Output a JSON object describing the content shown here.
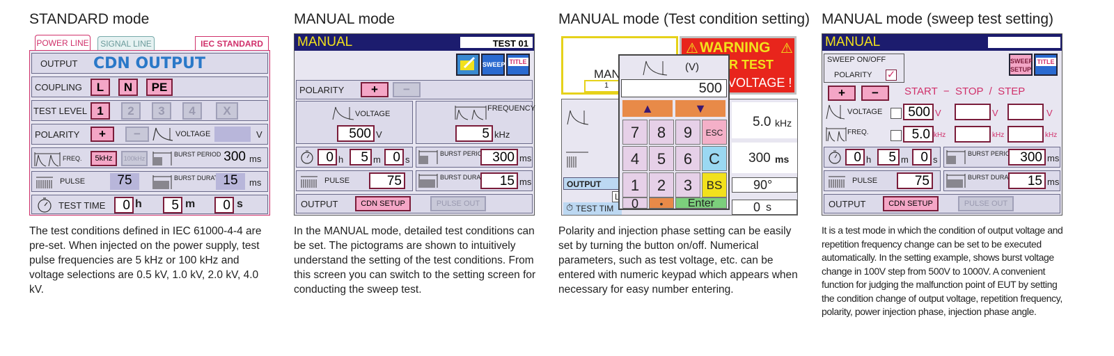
{
  "columns": [
    {
      "heading": "STANDARD mode",
      "description": "The test conditions defined in IEC 61000-4-4 are pre-set. When injected on the power supply, test pulse frequencies are 5 kHz or 100 kHz and voltage selections are 0.5 kV, 1.0 kV, 2.0 kV, 4.0 kV.",
      "screen": {
        "tabs": [
          "POWER LINE",
          "SIGNAL LINE"
        ],
        "standard_badge": "IEC STANDARD",
        "output_label": "OUTPUT",
        "output_value": "CDN OUTPUT",
        "coupling_label": "COUPLING",
        "coupling_options": [
          "L",
          "N",
          "PE"
        ],
        "test_level_label": "TEST LEVEL",
        "test_levels": [
          "1",
          "2",
          "3",
          "4",
          "X"
        ],
        "polarity_label": "POLARITY",
        "polarity_options": [
          "+",
          "−"
        ],
        "voltage_label": "VOLTAGE",
        "voltage_unit": "V",
        "freq_label": "FREQ.",
        "freq_options": [
          "5kHz",
          "100kHz"
        ],
        "burst_period_label": "BURST PERIOD",
        "burst_period_value": "300",
        "ms_unit": "ms",
        "pulse_label": "PULSE",
        "pulse_value": "75",
        "burst_duration_label": "BURST DURATION",
        "burst_duration_value": "15",
        "test_time_label": "TEST TIME",
        "time_h": "0",
        "time_m": "5",
        "time_s": "0",
        "h_unit": "h",
        "m_unit": "m",
        "s_unit": "s"
      }
    },
    {
      "heading": "MANUAL mode",
      "description": "In the MANUAL mode, detailed test conditions can be set. The pictograms are shown to intuitively understand the setting of the test conditions. From this screen you can switch to the setting screen for conducting the sweep test.",
      "screen": {
        "title": "MANUAL",
        "test_id": "TEST 01",
        "sweep_btn": "SWEEP",
        "title_btn": "TITLE",
        "polarity_label": "POLARITY",
        "polarity_options": [
          "+",
          "−"
        ],
        "voltage_label": "VOLTAGE",
        "voltage_value": "500",
        "voltage_unit": "V",
        "frequency_label": "FREQUENCY",
        "frequency_value": "5",
        "frequency_unit": "kHz",
        "time_h": "0",
        "time_m": "5",
        "time_s": "0",
        "h_unit": "h",
        "m_unit": "m",
        "s_unit": "s",
        "burst_period_label": "BURST PERIOD",
        "burst_period_value": "300",
        "ms_unit": "ms",
        "pulse_label": "PULSE",
        "pulse_value": "75",
        "burst_duration_label": "BURST DURATION",
        "burst_duration_value": "15",
        "output_label": "OUTPUT",
        "cdn_setup_btn": "CDN SETUP",
        "pulse_out_btn": "PULSE OUT"
      }
    },
    {
      "heading": "MANUAL mode (Test condition setting)",
      "description": "Polarity and injection phase setting can be easily set by turning the button on/off. Numerical parameters, such as test voltage, etc. can be entered with numeric keypad which appears when necessary for easy number entering.",
      "screen": {
        "warning_text": "WARNING",
        "warning_line2": "R TEST",
        "warning_line3": "VOLTAGE !",
        "behind_title": "MAN",
        "behind_num": "1",
        "freq_value": "5.0",
        "freq_unit": "kHz",
        "period_value": "300",
        "period_unit": "ms",
        "output_label": "OUTPUT",
        "phase_value": "90°",
        "behind_L": "L",
        "test_time_label": "TEST TIM",
        "time_value": "0",
        "time_unit": "s",
        "keypad_unit": "(V)",
        "keypad_display": "500",
        "keys": [
          "7",
          "8",
          "9",
          "ESC",
          "4",
          "5",
          "6",
          "C",
          "1",
          "2",
          "3",
          "BS",
          "0",
          "•",
          "Enter"
        ]
      }
    },
    {
      "heading": "MANUAL mode (sweep test setting)",
      "description": "It is a test mode in which the condition of output voltage and repetition frequency change can be set to be executed automatically. In the setting example, shows burst voltage change in 100V step from 500V to 1000V. A convenient function for judging the malfunction point of EUT by setting the condition change of output voltage, repetition frequency, polarity, power injection phase, injection phase angle.",
      "screen": {
        "title": "MANUAL",
        "sweep_onoff_label": "SWEEP ON/OFF",
        "polarity_label": "POLARITY",
        "sweep_setup_btn": "SWEEP SETUP",
        "title_btn": "TITLE",
        "polarity_options": [
          "+",
          "−"
        ],
        "start_stop_step": "START  −  STOP  /  STEP",
        "voltage_label": "VOLTAGE",
        "voltage_start": "500",
        "voltage_unit": "V",
        "freq_label": "FREQ.",
        "freq_start": "5.0",
        "freq_unit": "kHz",
        "time_h": "0",
        "time_m": "5",
        "time_s": "0",
        "h_unit": "h",
        "m_unit": "m",
        "s_unit": "s",
        "burst_period_label": "BURST PERIOD",
        "burst_period_value": "300",
        "ms_unit": "ms",
        "pulse_label": "PULSE",
        "pulse_value": "75",
        "burst_duration_label": "BURST DURATION",
        "burst_duration_value": "15",
        "output_label": "OUTPUT",
        "cdn_setup_btn": "CDN SETUP",
        "pulse_out_btn": "PULSE OUT"
      }
    }
  ]
}
